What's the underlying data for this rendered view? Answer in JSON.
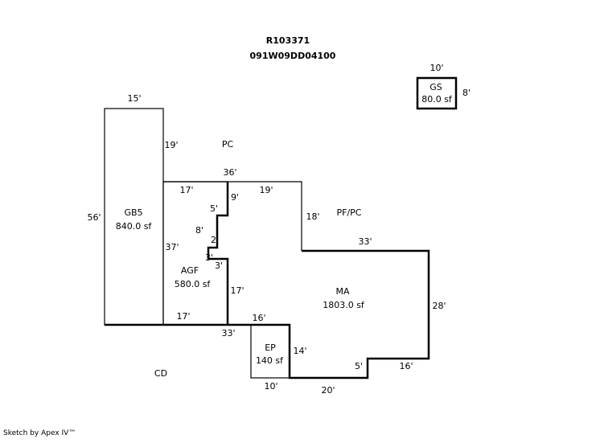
{
  "header": {
    "parcel_id": "R103371",
    "map_number": "091W09DD04100"
  },
  "labels": {
    "pc": "PC",
    "pf_pc": "PF/PC",
    "cd": "CD"
  },
  "areas": {
    "gs": {
      "name": "GS",
      "area": "80.0 sf"
    },
    "gb5": {
      "name": "GB5",
      "area": "840.0 sf"
    },
    "agf": {
      "name": "AGF",
      "area": "580.0 sf"
    },
    "ma": {
      "name": "MA",
      "area": "1803.0 sf"
    },
    "ep": {
      "name": "EP",
      "area": "140 sf"
    }
  },
  "dimensions": {
    "gs_top": "10'",
    "gs_right": "8'",
    "gb5_top": "15'",
    "gb5_right_upper": "19'",
    "gb5_left": "56'",
    "top_36": "36'",
    "agf_top": "17'",
    "agf_9": "9'",
    "ma_19": "19'",
    "ma_18": "18'",
    "step_5": "5'",
    "step_8": "8'",
    "step_2": "2'",
    "step_3a": "3'",
    "step_3b": "3'",
    "agf_37": "37'",
    "agf_17_right": "17'",
    "agf_bottom": "17'",
    "ma_33_top": "33'",
    "ma_28": "28'",
    "ma_16_top": "16'",
    "bottom_33": "33'",
    "ep_14": "14'",
    "ma_5_step": "5'",
    "ma_16_bottom": "16'",
    "ep_10": "10'",
    "ma_20": "20'"
  },
  "footer": {
    "credit": "Sketch by Apex IV™"
  }
}
